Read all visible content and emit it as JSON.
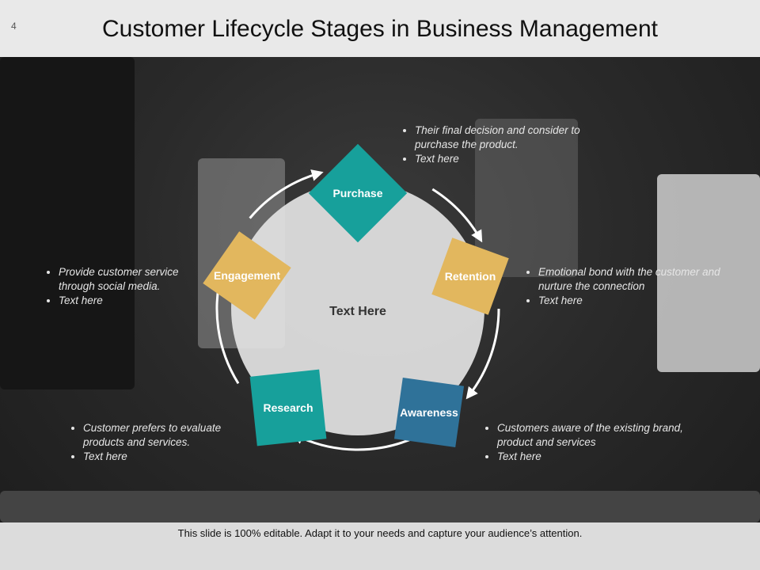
{
  "slide": {
    "page_number": "4",
    "title": "Customer Lifecycle Stages in Business Management",
    "center_text": "Text Here",
    "footer": "This slide is 100% editable. Adapt it to your needs and capture your audience’s attention."
  },
  "colors": {
    "teal": "#17a09b",
    "gold": "#e2b75e",
    "blue": "#2f7299",
    "circle": "#e3e3e3",
    "arrow": "#ffffff"
  },
  "stages": [
    {
      "id": "purchase",
      "label": "Purchase",
      "color": "teal"
    },
    {
      "id": "retention",
      "label": "Retention",
      "color": "gold"
    },
    {
      "id": "awareness",
      "label": "Awareness",
      "color": "blue"
    },
    {
      "id": "research",
      "label": "Research",
      "color": "teal"
    },
    {
      "id": "engagement",
      "label": "Engagement",
      "color": "gold"
    }
  ],
  "notes": {
    "purchase": [
      "Their final decision and consider to purchase the product.",
      "Text here"
    ],
    "retention": [
      "Emotional bond with the customer and nurture the connection",
      "Text here"
    ],
    "awareness": [
      "Customers aware of the existing brand, product and services",
      "Text here"
    ],
    "research": [
      "Customer prefers to evaluate products and services.",
      "Text here"
    ],
    "engagement": [
      "Provide customer service through social media.",
      "Text here"
    ]
  }
}
